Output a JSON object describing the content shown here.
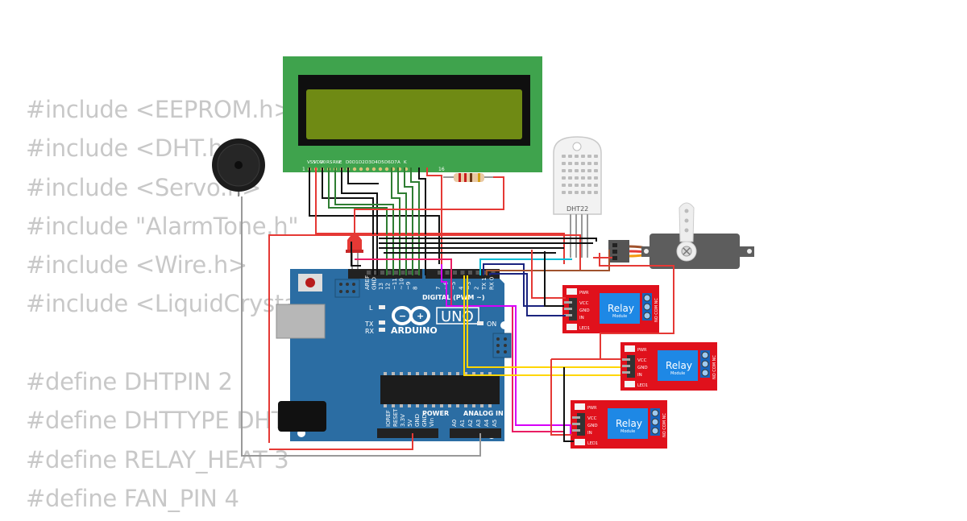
{
  "code_lines": [
    "#include <EEPROM.h>",
    "#include <DHT.h>",
    "#include <Servo.h>",
    "#include \"AlarmTone.h\"",
    "#include <Wire.h>",
    "#include <LiquidCrystal_I2C.h>",
    "",
    "#define DHTPIN 2",
    "#define DHTTYPE DHT22",
    "#define RELAY_HEAT 3",
    "#define FAN_PIN 4"
  ],
  "lcd": {
    "pins": [
      "VSS",
      "VDD",
      "V0",
      "RS",
      "RW",
      "E",
      "D0",
      "D1",
      "D2",
      "D3",
      "D4",
      "D5",
      "D6",
      "D7",
      "A",
      "K"
    ],
    "pin_first": "1",
    "pin_last": "16"
  },
  "dht": {
    "label": "DHT22"
  },
  "arduino": {
    "brand": "ARDUINO",
    "model": "UNO",
    "digital_label": "DIGITAL (PWM ~)",
    "power_label": "POWER",
    "analog_label": "ANALOG IN",
    "on_label": "ON",
    "l_label": "L",
    "tx_label": "TX",
    "rx_label": "RX",
    "top_pins": [
      "AREF",
      "GND",
      "13",
      "12",
      "~11",
      "~10",
      "~9",
      "8",
      "7",
      "~6",
      "~5",
      "4",
      "~3",
      "2",
      "TX 1",
      "RX 0"
    ],
    "power_pins": [
      "IOREF",
      "RESET",
      "3.3V",
      "5V",
      "GND",
      "GND",
      "Vin"
    ],
    "analog_pins": [
      "A0",
      "A1",
      "A2",
      "A3",
      "A4",
      "A5"
    ]
  },
  "relays": [
    {
      "title": "Relay",
      "subtitle": "Module",
      "pins": [
        "VCC",
        "GND",
        "IN"
      ],
      "pwr": "PWR",
      "led": "LED1",
      "terms": "NO COM NC"
    },
    {
      "title": "Relay",
      "subtitle": "Module",
      "pins": [
        "VCC",
        "GND",
        "IN"
      ],
      "pwr": "PWR",
      "led": "LED1",
      "terms": "NO COM NC"
    },
    {
      "title": "Relay",
      "subtitle": "Module",
      "pins": [
        "VCC",
        "GND",
        "IN"
      ],
      "pwr": "PWR",
      "led": "LED1",
      "terms": "NO COM NC"
    }
  ],
  "colors": {
    "board": "#2b6da3",
    "lcd_pcb": "#3fa34d",
    "lcd_screen": "#6f8a14",
    "relay_pcb": "#e0111c",
    "relay_block": "#1e88e5",
    "code_text": "#c8c8c8"
  }
}
